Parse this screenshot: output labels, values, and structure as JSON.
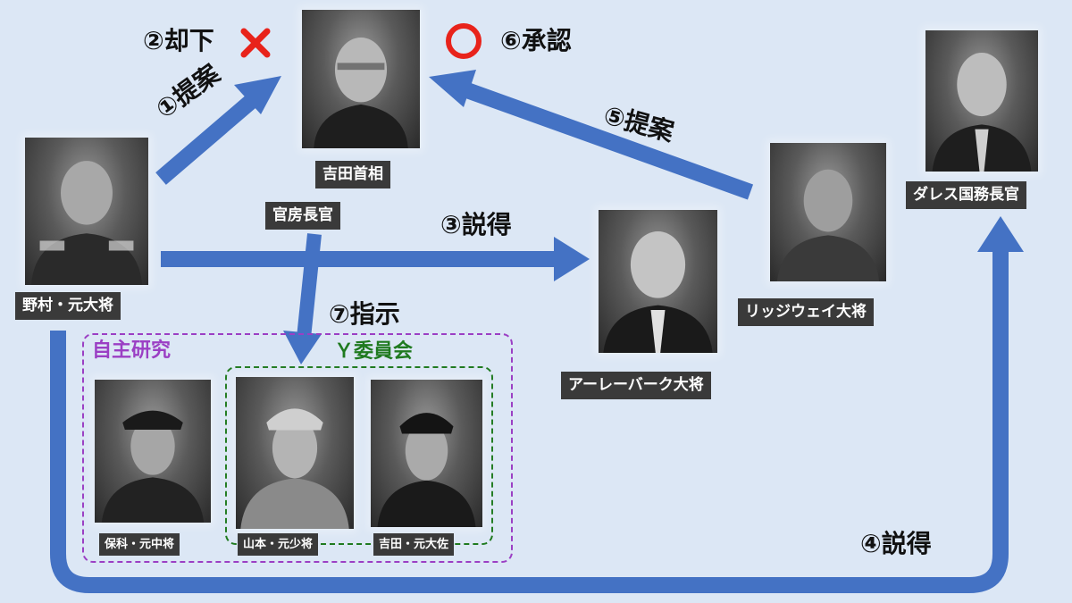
{
  "people": {
    "yoshida_pm": "吉田首相",
    "chief_secretary": "官房長官",
    "nomura": "野村・元大将",
    "ridgway": "リッジウェイ大将",
    "dulles": "ダレス国務長官",
    "burke": "アーレーバーク大将",
    "hoshina": "保科・元中将",
    "yamamoto": "山本・元少将",
    "yoshida_col": "吉田・元大佐"
  },
  "steps": {
    "s1": "①提案",
    "s2": "②却下",
    "s3": "③説得",
    "s4": "④説得",
    "s5": "⑤提案",
    "s6": "⑥承認",
    "s7": "⑦指示"
  },
  "groups": {
    "independent_study": "自主研究",
    "y_committee": "Ｙ委員会"
  },
  "colors": {
    "arrow": "#4472c4",
    "purple": "#9b3fc4",
    "green": "#1f7a1f",
    "reject": "#e8231b",
    "approve": "#e8231b",
    "tag_bg": "#3a3a3a"
  }
}
